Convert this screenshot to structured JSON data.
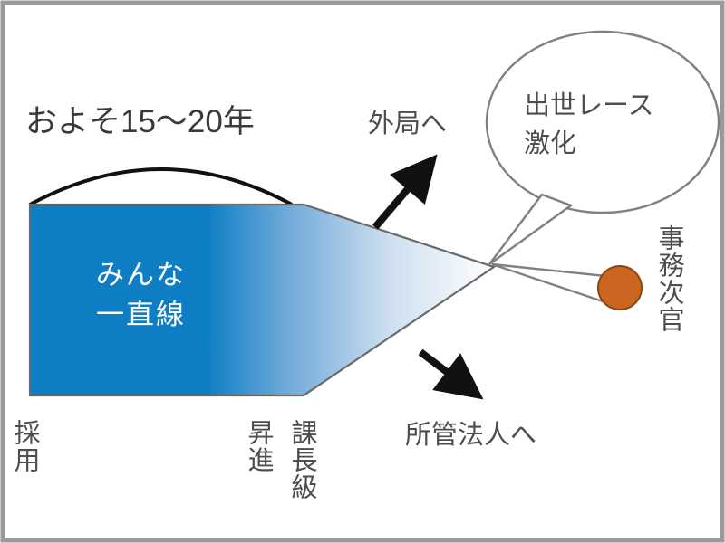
{
  "diagram": {
    "title_note": "およそ15～20年",
    "career_track": {
      "band_label_line1": "みんな",
      "band_label_line2": "一直線",
      "band_color": "#0d7dc4",
      "band_fade_color": "#ffffff",
      "arc_label": "およそ15～20年"
    },
    "branches": {
      "up": {
        "label": "外局へ",
        "arrow": "arrow-up-right-icon"
      },
      "down": {
        "label": "所管法人へ",
        "arrow": "arrow-down-right-icon"
      }
    },
    "callout": {
      "line1": "出世レース",
      "line2": "激化",
      "shape": "speech-bubble-ellipse"
    },
    "endpoint": {
      "label": "事務次官",
      "marker_color": "#cc6520",
      "marker": "orange-circle-icon"
    },
    "axis_labels": {
      "start": "採用",
      "mid_promotion": "昇進",
      "mid_rank": "課長級"
    },
    "colors": {
      "band_blue": "#0d7dc4",
      "endpoint_orange": "#cc6520",
      "outline_gray": "#808080",
      "arrow_black": "#111111",
      "text_gray": "#4d4d4d",
      "frame_gray": "#999999"
    }
  }
}
